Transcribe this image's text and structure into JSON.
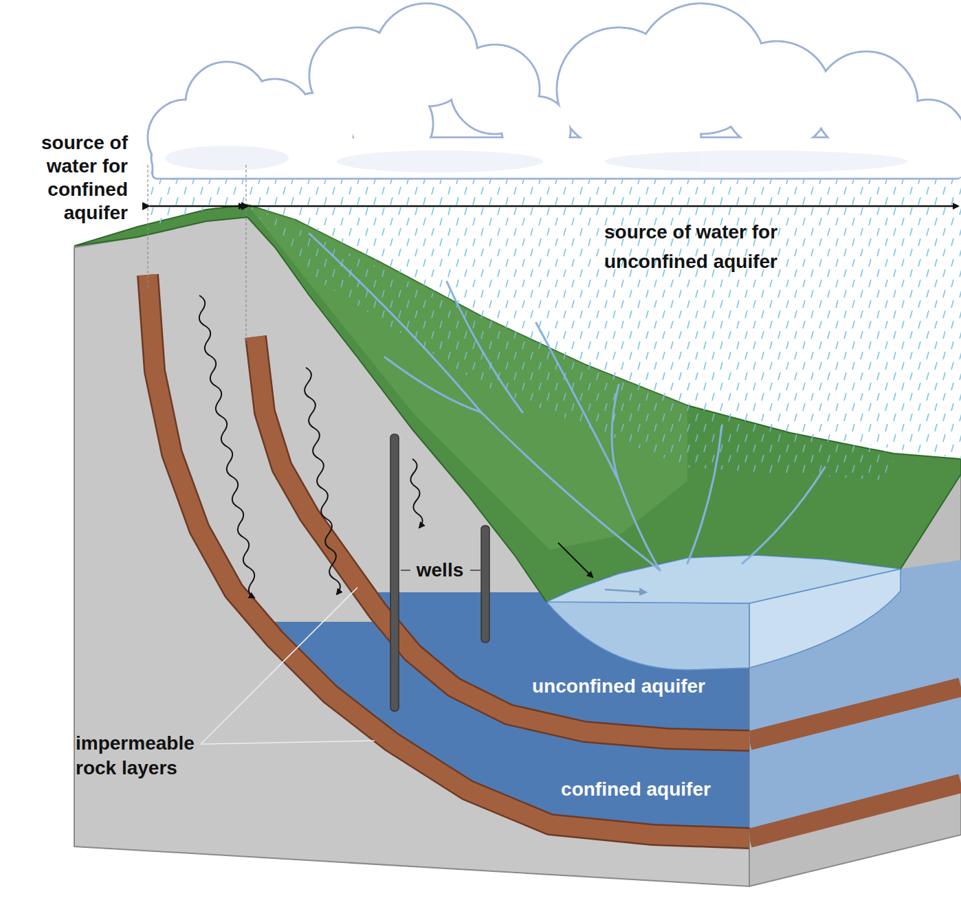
{
  "diagram": {
    "labels": [
      "source of water for confined aquifer",
      "source of water for unconfined aquifer",
      "wells",
      "unconfined aquifer",
      "confined aquifer",
      "impermeable rock layers"
    ]
  }
}
